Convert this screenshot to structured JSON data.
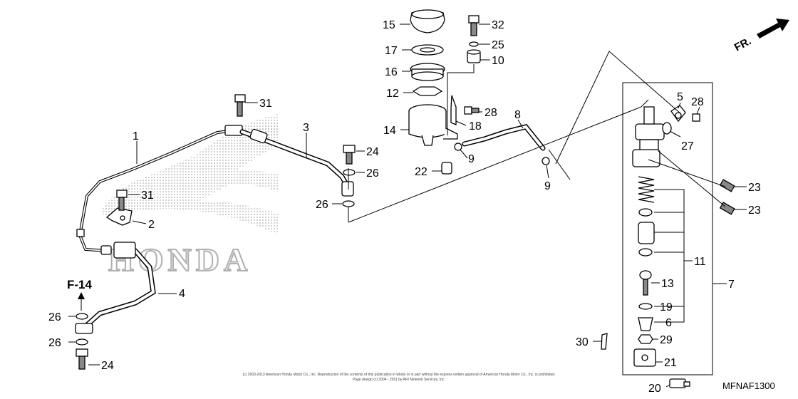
{
  "reference": "F-14",
  "direction": "FR.",
  "diagram_code": "MFNAF1300",
  "copyright_line1": "(c) 2003-2013 American Honda Motor Co., Inc. Reproduction of the contents of this publication in whole or in part without the express written approval of American Honda Motor Co., Inc. is prohibited.",
  "copyright_line2": "Page design (c) 2004 - 2011 by ARI Network Services, Inc.",
  "watermark_text": "HONDA",
  "callouts": {
    "c1": "1",
    "c2": "2",
    "c3": "3",
    "c4": "4",
    "c5": "5",
    "c6": "6",
    "c7": "7",
    "c8": "8",
    "c9a": "9",
    "c9b": "9",
    "c10": "10",
    "c11": "11",
    "c12": "12",
    "c13": "13",
    "c14": "14",
    "c15": "15",
    "c16": "16",
    "c17": "17",
    "c18": "18",
    "c19": "19",
    "c20": "20",
    "c21": "21",
    "c22": "22",
    "c23a": "23",
    "c23b": "23",
    "c24a": "24",
    "c24b": "24",
    "c25": "25",
    "c26a": "26",
    "c26b": "26",
    "c26c": "26",
    "c26d": "26",
    "c27": "27",
    "c28a": "28",
    "c28b": "28",
    "c29": "29",
    "c30": "30",
    "c31a": "31",
    "c31b": "31",
    "c32": "32"
  }
}
